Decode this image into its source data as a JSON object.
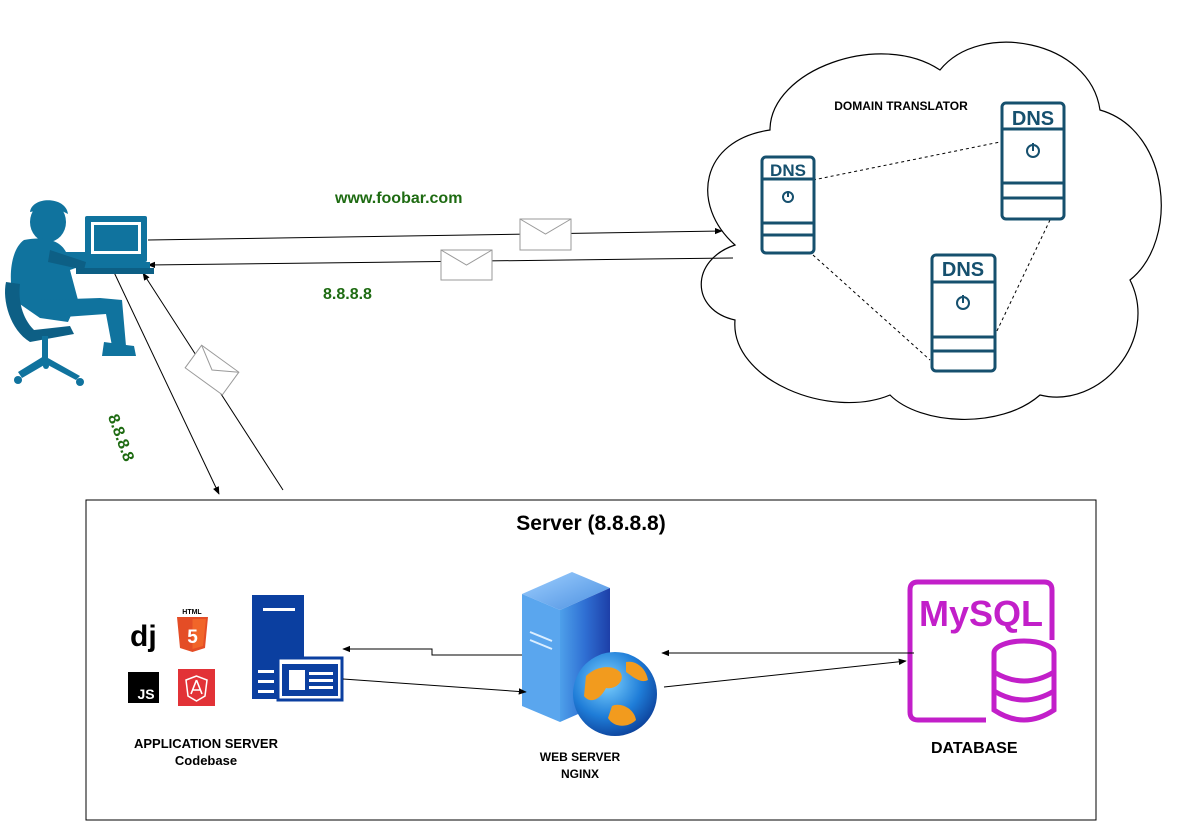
{
  "user": {
    "icon": "user-at-computer-icon"
  },
  "request_label": "www.foobar.com",
  "response_label": "8.8.8.8",
  "vertical_label": "8.8.8.8",
  "dns_cloud": {
    "title": "DOMAIN TRANSLATOR",
    "server_label": "DNS",
    "icon": "dns-server-icon"
  },
  "server_box": {
    "title": "Server (8.8.8.8)",
    "app_server": {
      "label_line1": "APPLICATION SERVER",
      "label_line2": "Codebase",
      "logos": {
        "django": "dj",
        "html5_top": "HTML",
        "html5_num": "5",
        "js": "JS"
      }
    },
    "web_server": {
      "label_line1": "WEB SERVER",
      "label_line2": "NGINX"
    },
    "database": {
      "logo_text": "MySQL",
      "label": "DATABASE"
    }
  },
  "colors": {
    "dark_blue": "#10739e",
    "navy_dns": "#16506e",
    "green_text": "#1e6b12",
    "mysql_purple": "#c21fc9",
    "server_blue": "#0b3fa0"
  }
}
